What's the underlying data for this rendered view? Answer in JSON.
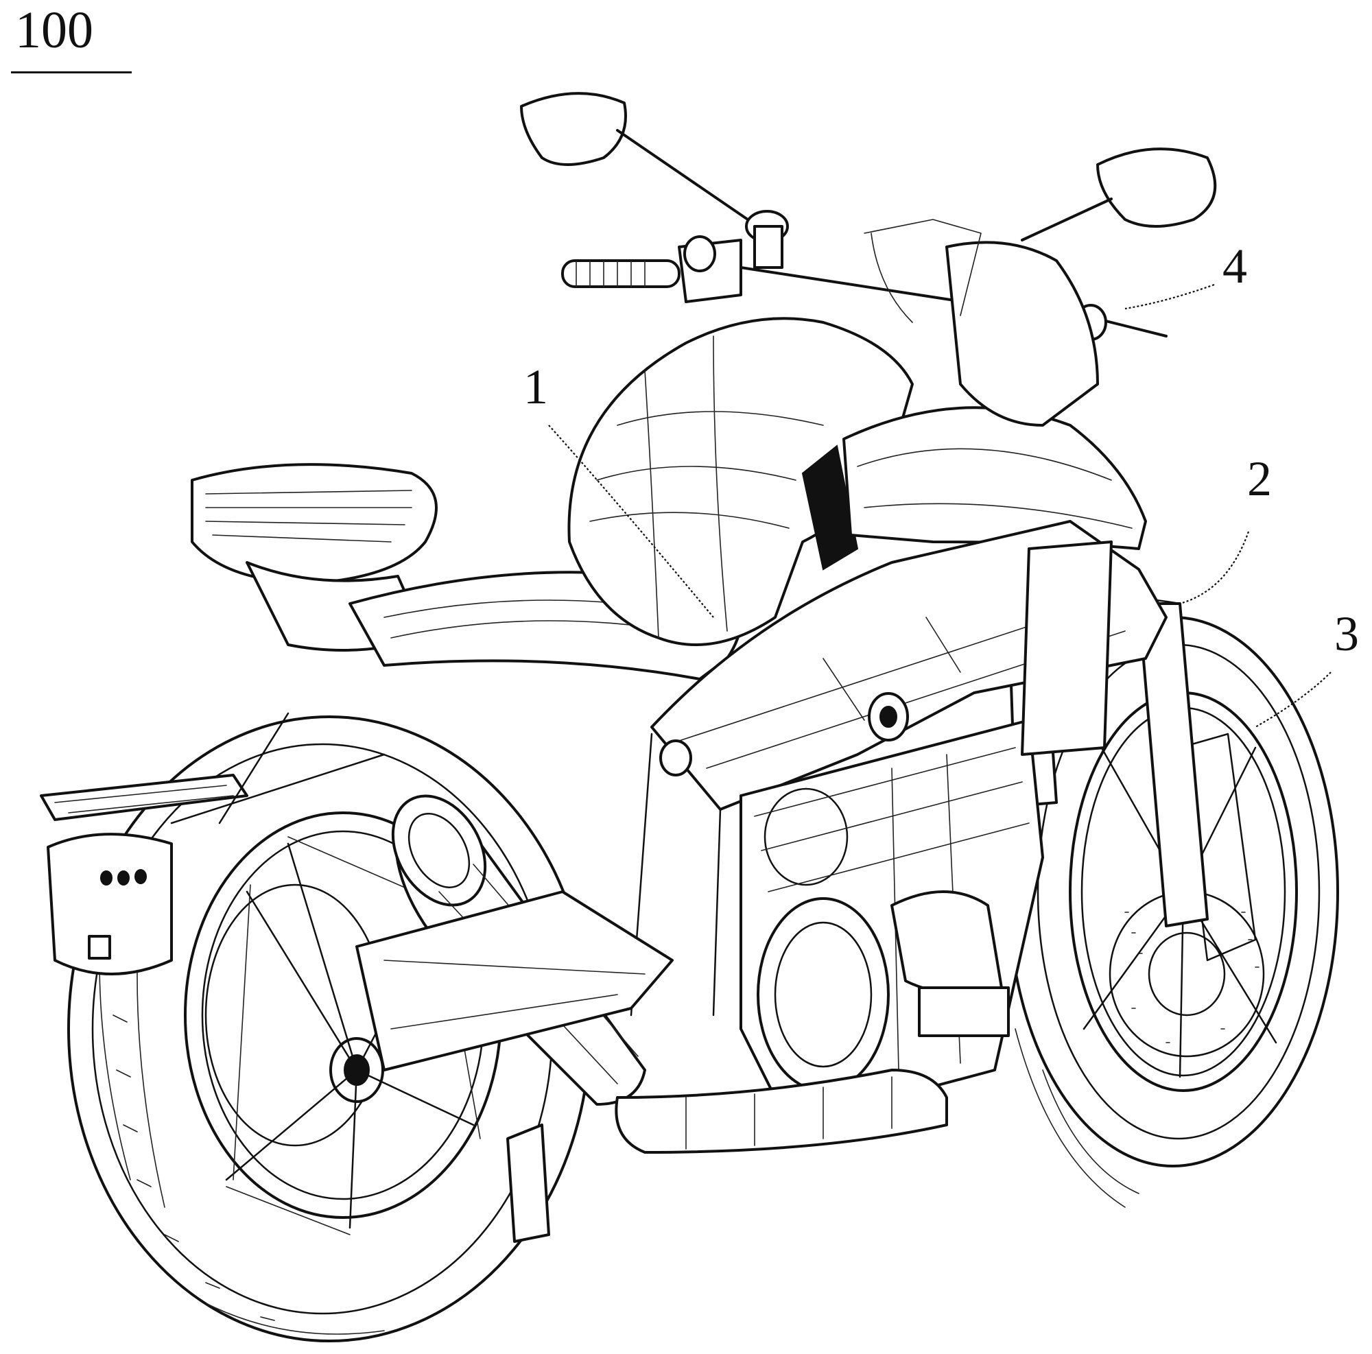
{
  "figure": {
    "number": "100",
    "callouts": [
      {
        "id": "1",
        "label": "1"
      },
      {
        "id": "2",
        "label": "2"
      },
      {
        "id": "3",
        "label": "3"
      },
      {
        "id": "4",
        "label": "4"
      }
    ]
  },
  "drawing": {
    "subject": "motorcycle-line-drawing",
    "stroke_color": "#111111",
    "background_color": "#ffffff"
  }
}
